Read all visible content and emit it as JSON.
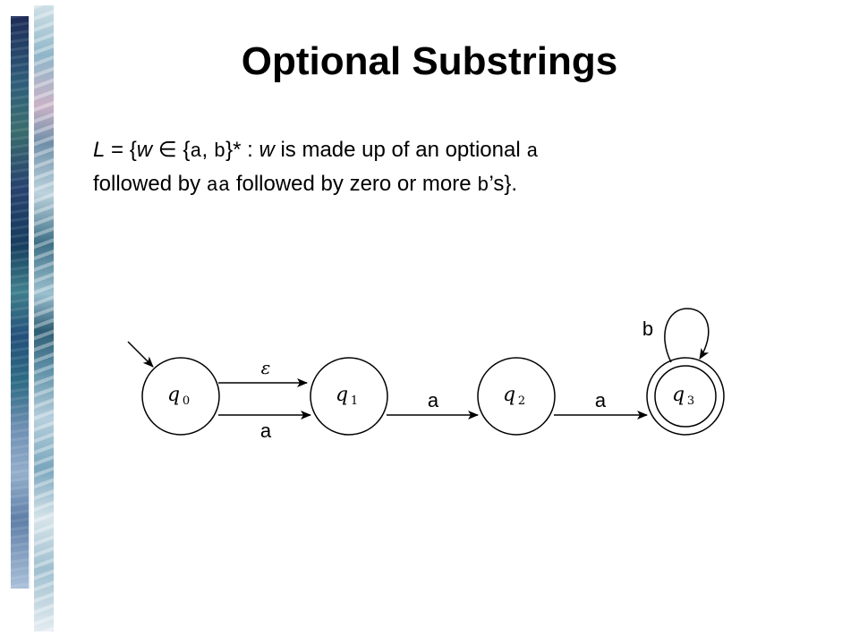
{
  "slide": {
    "title": "Optional Substrings",
    "statement": {
      "l_var": "L",
      "t1": " = {",
      "w_var": "w",
      "t2": " ∈ {",
      "sym_a": "a",
      "comma": ", ",
      "sym_b": "b",
      "t3": "}* : ",
      "w_var2": "w",
      "t4": " is made up of an optional ",
      "sym_a2": "a",
      "t5": "followed by ",
      "sym_aa": "aa",
      "t6": " followed by zero or more ",
      "sym_b2": "b",
      "t7": "’s}."
    }
  },
  "diagram": {
    "states": [
      {
        "id": "q0",
        "name": "q",
        "sub": "0",
        "start": true,
        "accepting": false
      },
      {
        "id": "q1",
        "name": "q",
        "sub": "1",
        "start": false,
        "accepting": false
      },
      {
        "id": "q2",
        "name": "q",
        "sub": "2",
        "start": false,
        "accepting": false
      },
      {
        "id": "q3",
        "name": "q",
        "sub": "3",
        "start": false,
        "accepting": true
      }
    ],
    "transitions": [
      {
        "from": "q0",
        "to": "q1",
        "label": "ε"
      },
      {
        "from": "q0",
        "to": "q1",
        "label": "a"
      },
      {
        "from": "q1",
        "to": "q2",
        "label": "a"
      },
      {
        "from": "q2",
        "to": "q3",
        "label": "a"
      },
      {
        "from": "q3",
        "to": "q3",
        "label": "b"
      }
    ]
  }
}
